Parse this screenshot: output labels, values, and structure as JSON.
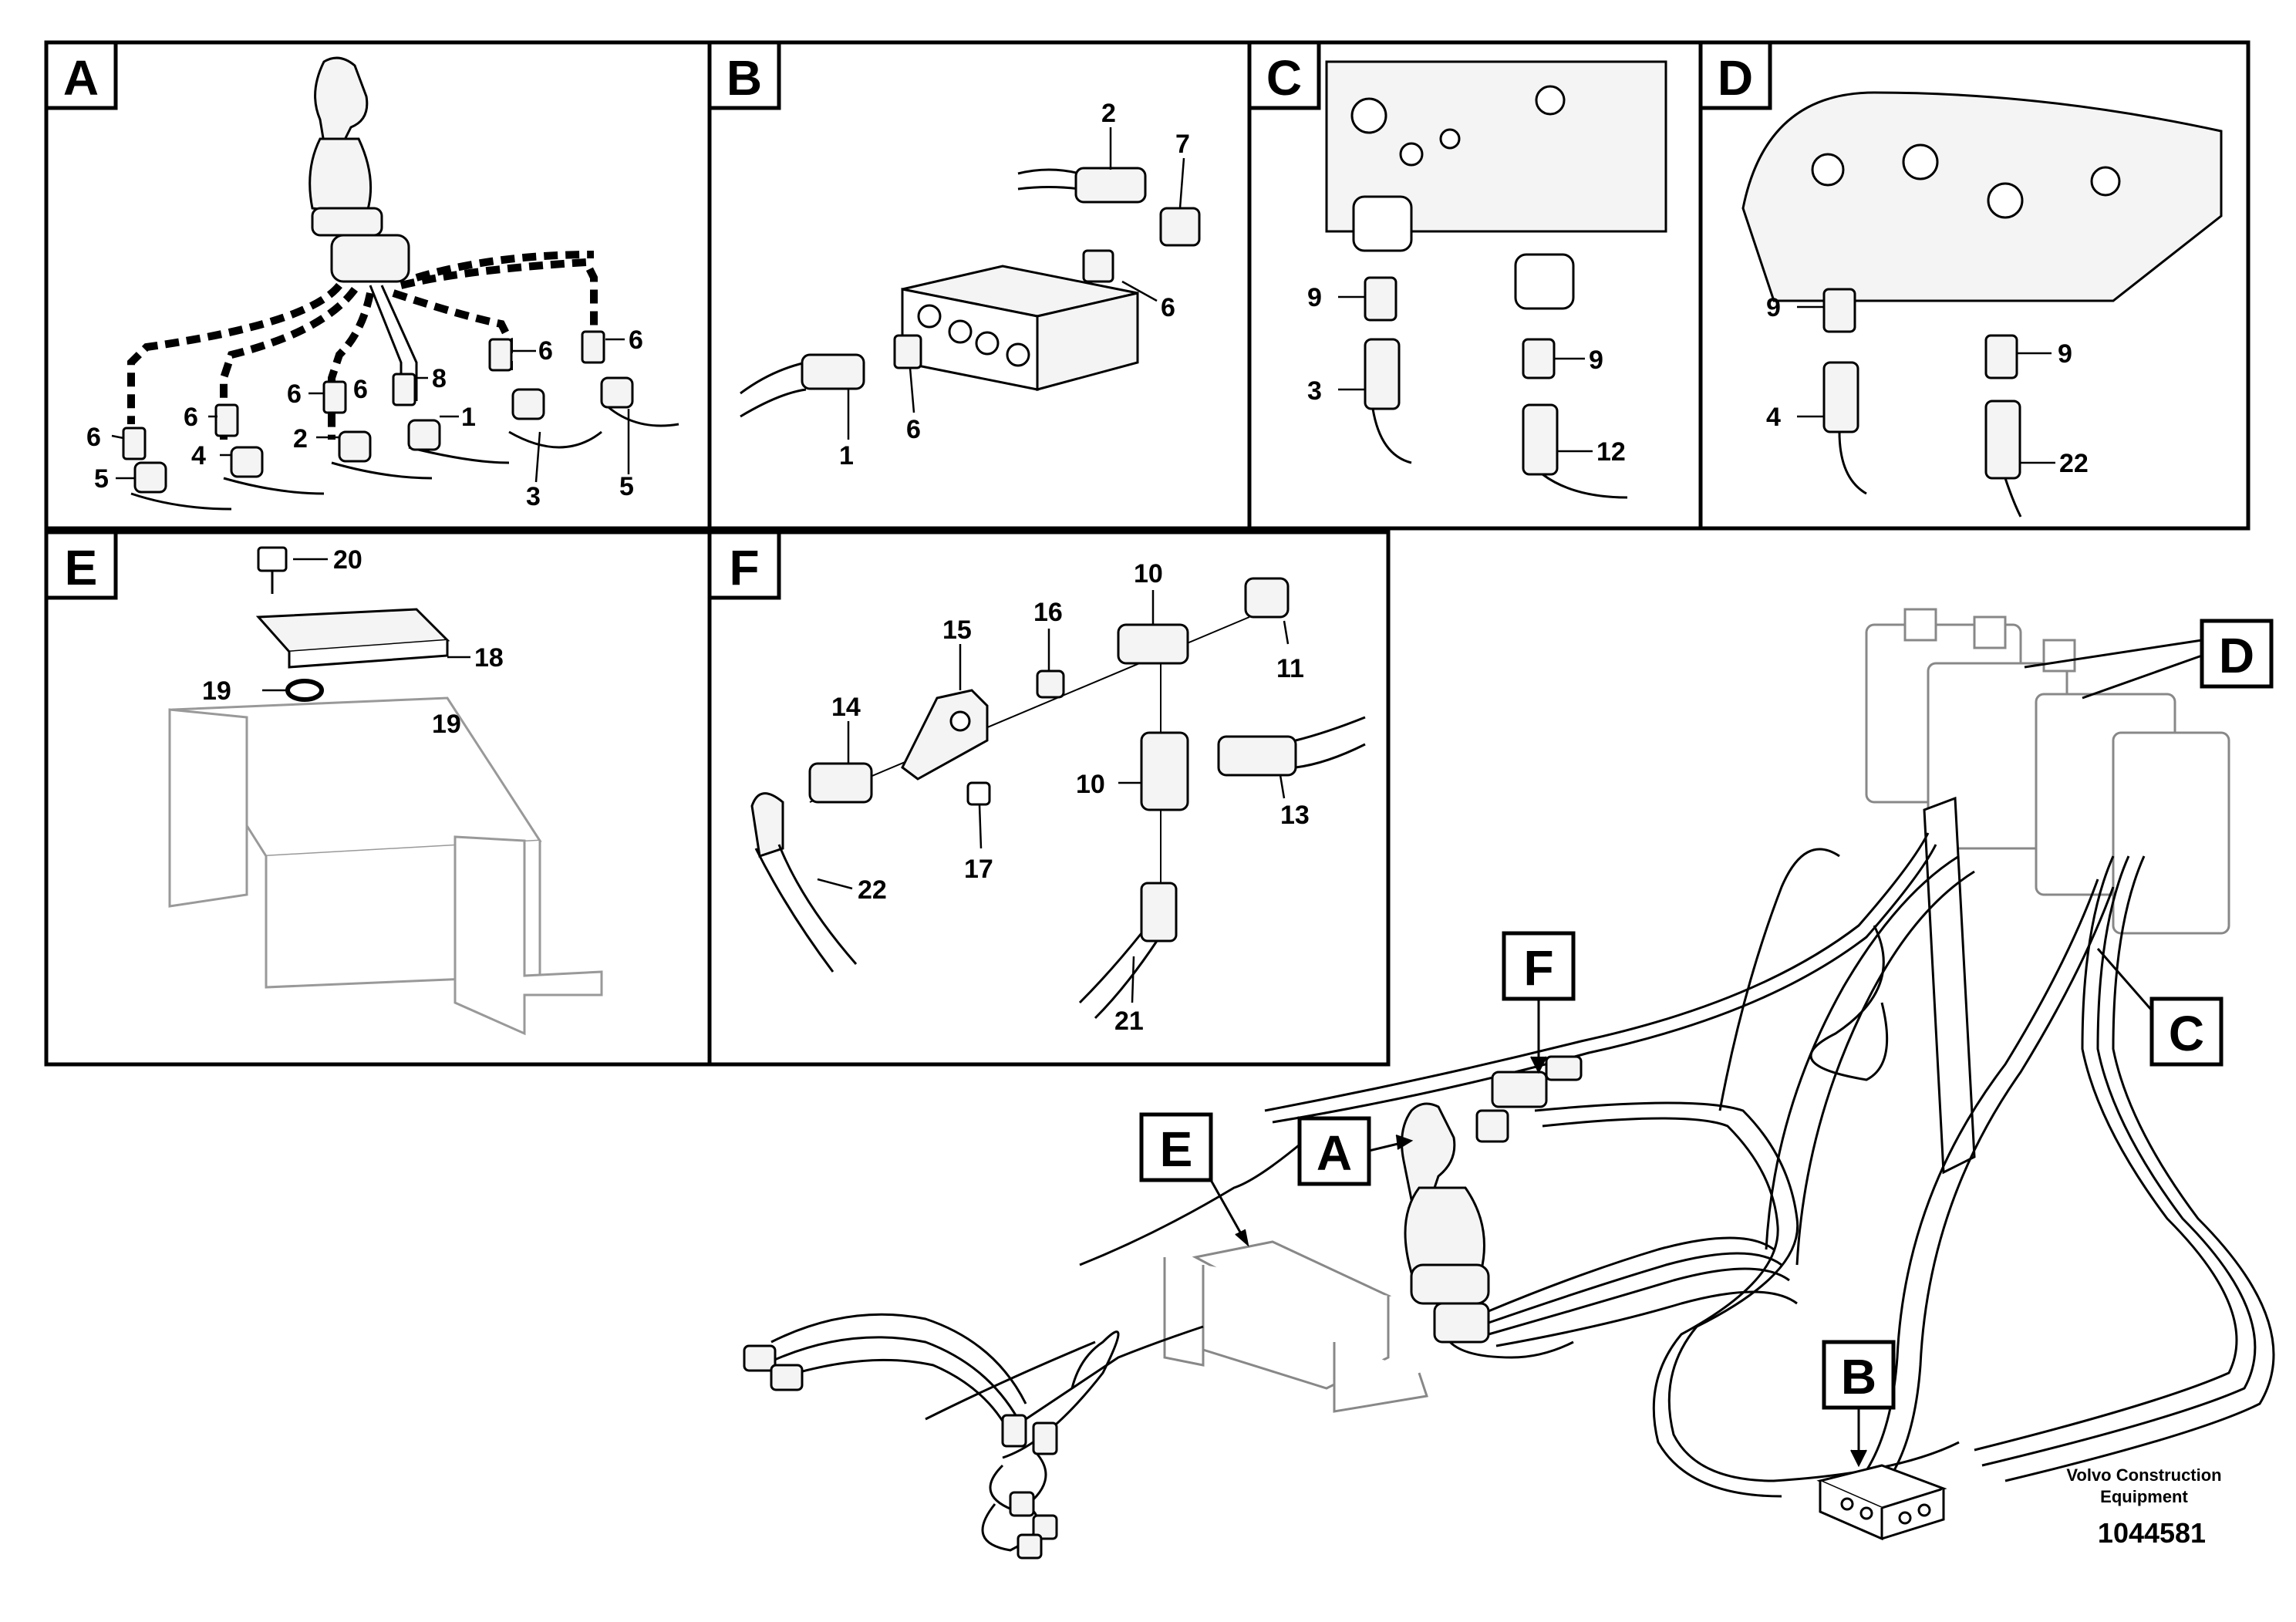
{
  "panels": [
    {
      "id": "A",
      "callouts": [
        "6",
        "6",
        "6",
        "6",
        "6",
        "8",
        "1",
        "5",
        "4",
        "2",
        "3",
        "5",
        "6"
      ]
    },
    {
      "id": "B",
      "callouts": [
        "2",
        "7",
        "6",
        "1",
        "6"
      ]
    },
    {
      "id": "C",
      "callouts": [
        "9",
        "3",
        "9",
        "12"
      ]
    },
    {
      "id": "D",
      "callouts": [
        "9",
        "4",
        "9",
        "22"
      ]
    },
    {
      "id": "E",
      "callouts": [
        "20",
        "18",
        "19",
        "19"
      ]
    },
    {
      "id": "F",
      "callouts": [
        "15",
        "16",
        "10",
        "11",
        "14",
        "10",
        "13",
        "17",
        "22",
        "21"
      ]
    }
  ],
  "overview_labels": [
    "D",
    "F",
    "A",
    "E",
    "C",
    "B"
  ],
  "footer": {
    "company_line1": "Volvo Construction",
    "company_line2": "Equipment",
    "figure_number": "1044581"
  },
  "colors": {
    "ink": "#000000",
    "paper": "#ffffff",
    "part": "#f4f4f4"
  }
}
